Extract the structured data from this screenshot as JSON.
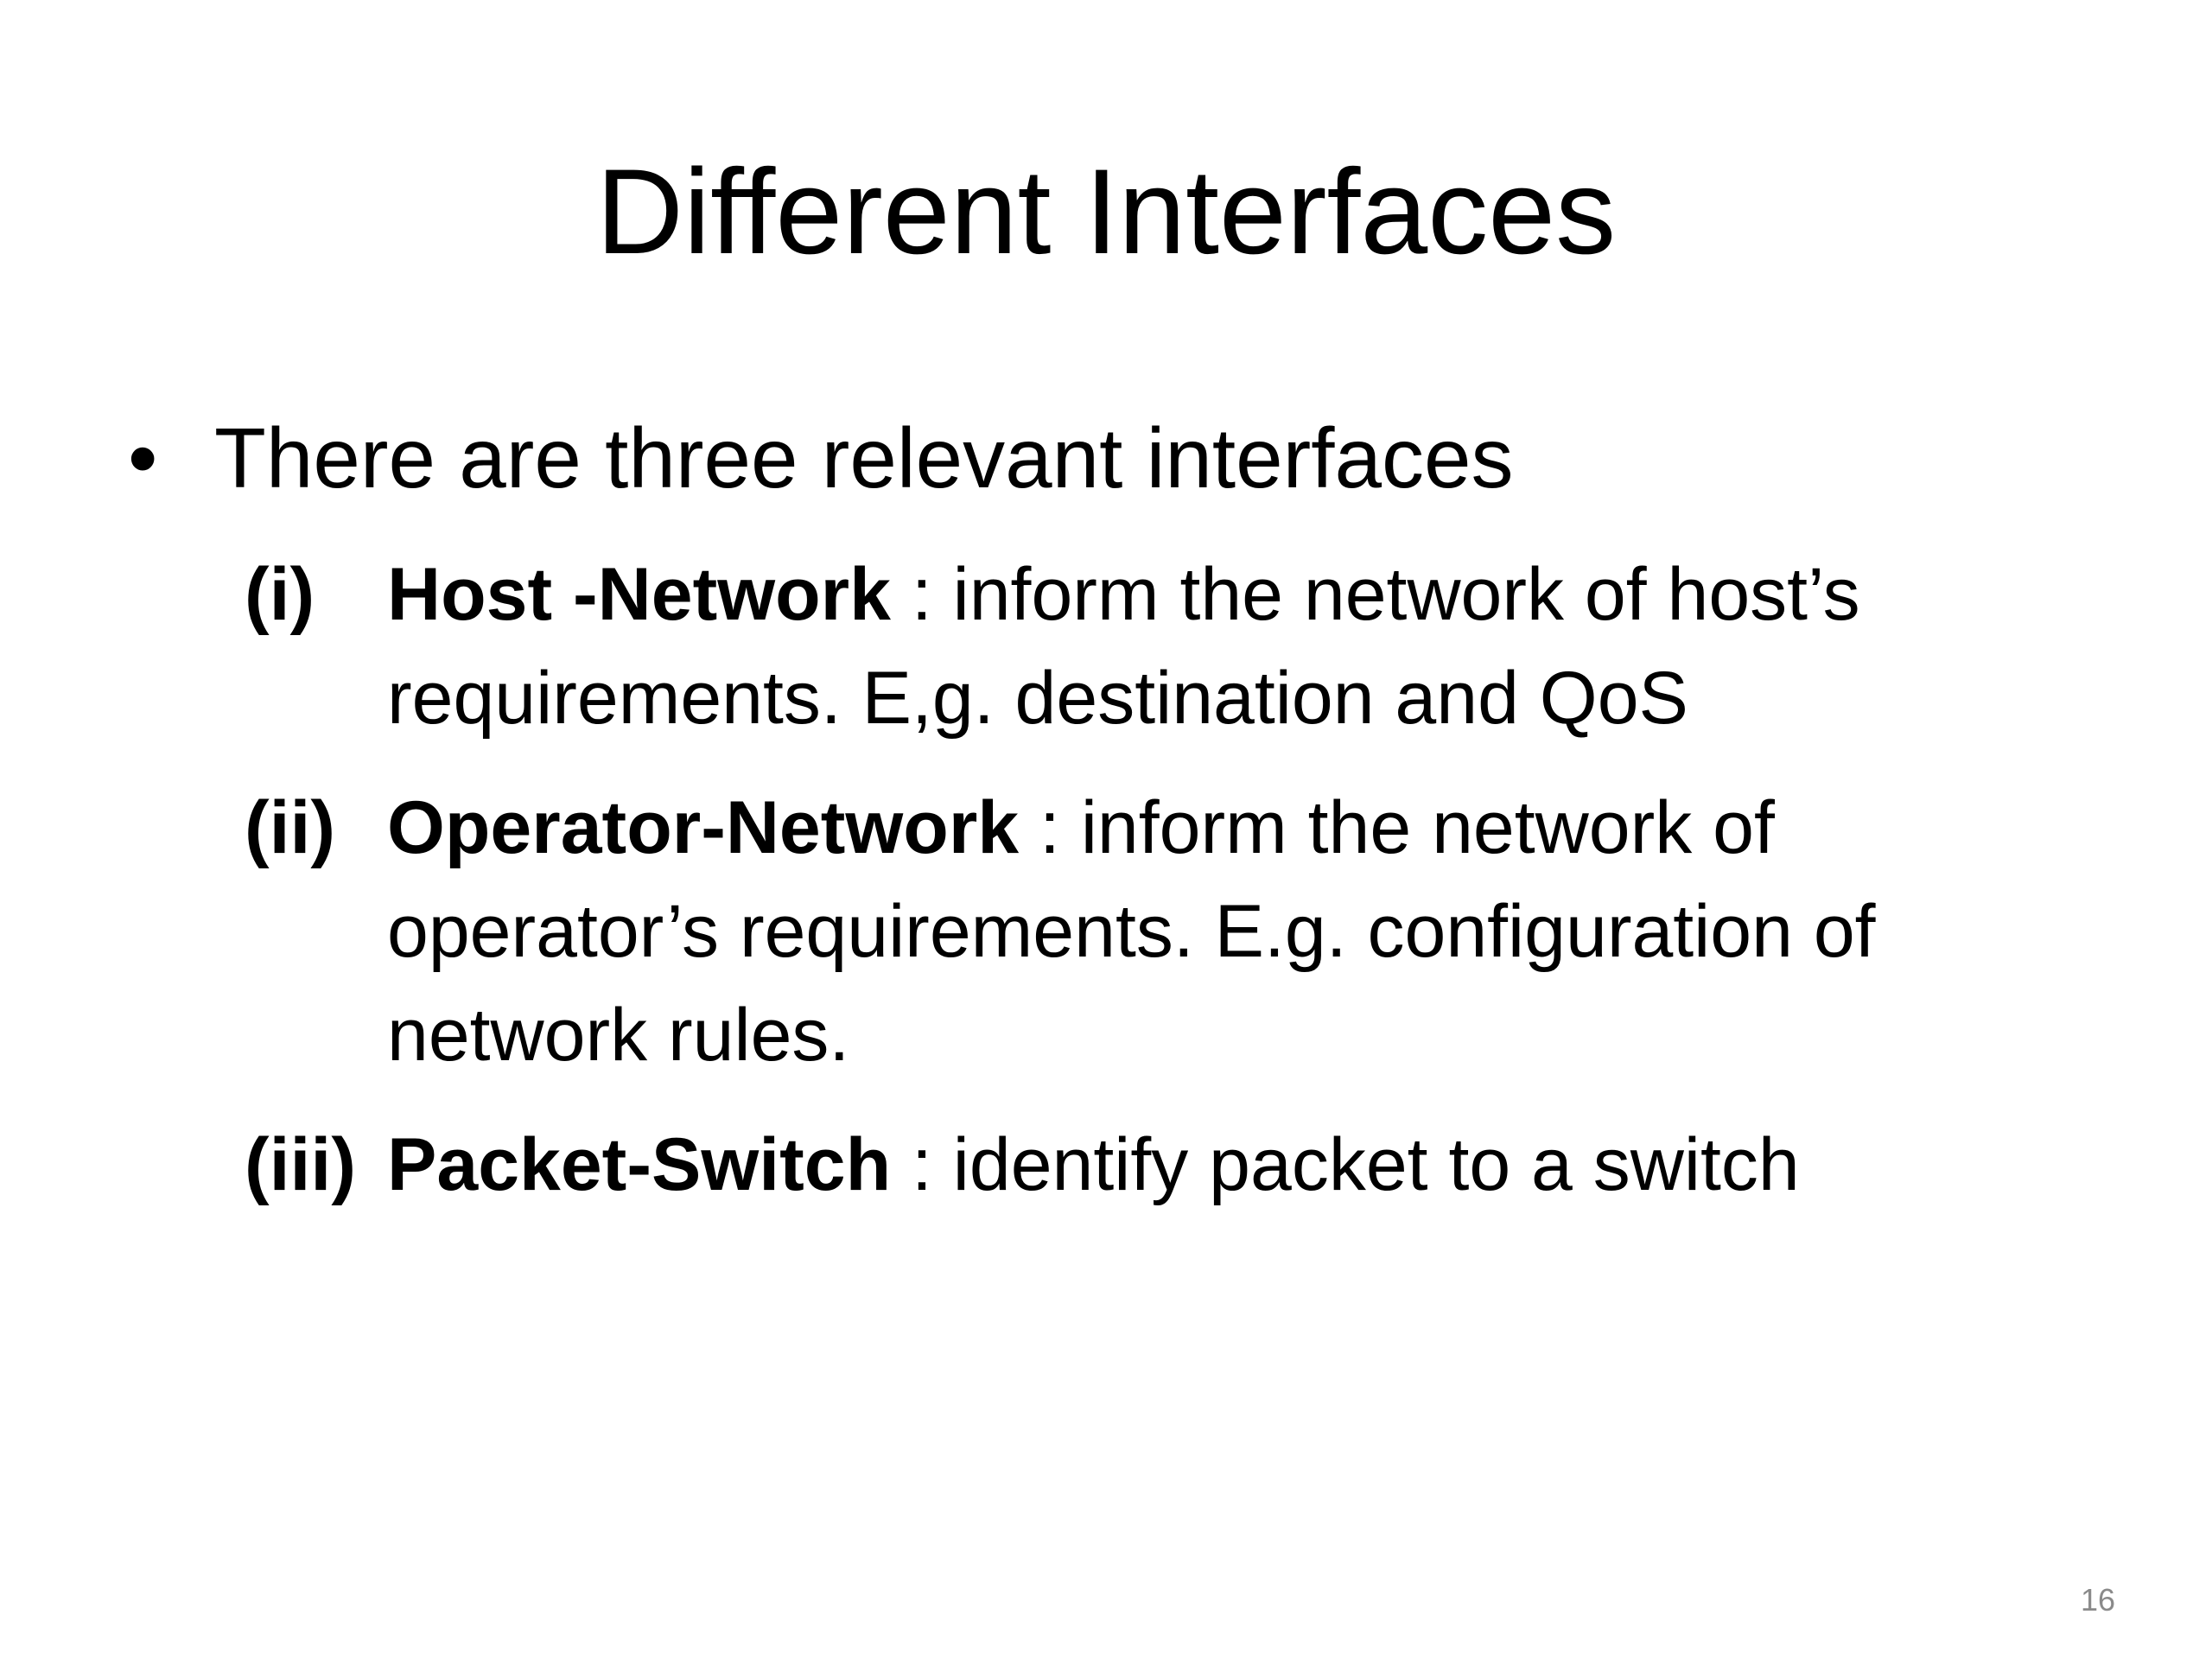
{
  "slide": {
    "title": "Different Interfaces",
    "bullet": {
      "glyph": "•",
      "text": "There are three relevant interfaces"
    },
    "items": [
      {
        "marker": "(i)",
        "term": "Host -Network",
        "text": " : inform the network of host’s requirements. E,g. destination and QoS"
      },
      {
        "marker": "(ii)",
        "term": "Operator-Network",
        "text": " : inform the network of operator’s requirements. E.g. configuration of network rules."
      },
      {
        "marker": "(iii)",
        "term": "Packet-Switch",
        "text": " : identify packet to a switch"
      }
    ],
    "page_number": "16"
  }
}
